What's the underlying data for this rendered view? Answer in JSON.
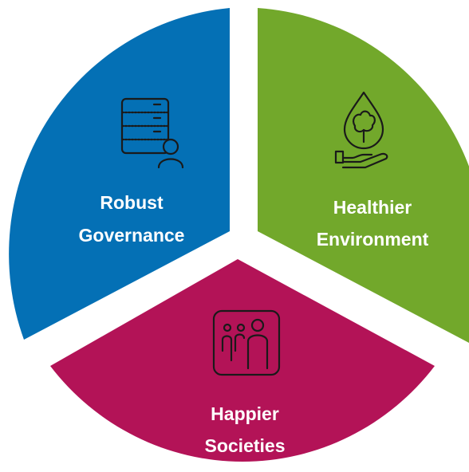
{
  "colors": {
    "governance": "#0470b5",
    "environment": "#72a82b",
    "societies": "#b31357",
    "gap": "#ffffff",
    "icon_stroke": "#1a1a1a"
  },
  "segments": [
    {
      "id": "governance",
      "label_line1": "Robust",
      "label_line2": "Governance",
      "icon": "server-user-icon"
    },
    {
      "id": "environment",
      "label_line1": "Healthier",
      "label_line2": "Environment",
      "icon": "water-drop-tree-hand-icon"
    },
    {
      "id": "societies",
      "label_line1": "Happier",
      "label_line2": "Societies",
      "icon": "people-group-icon"
    }
  ]
}
